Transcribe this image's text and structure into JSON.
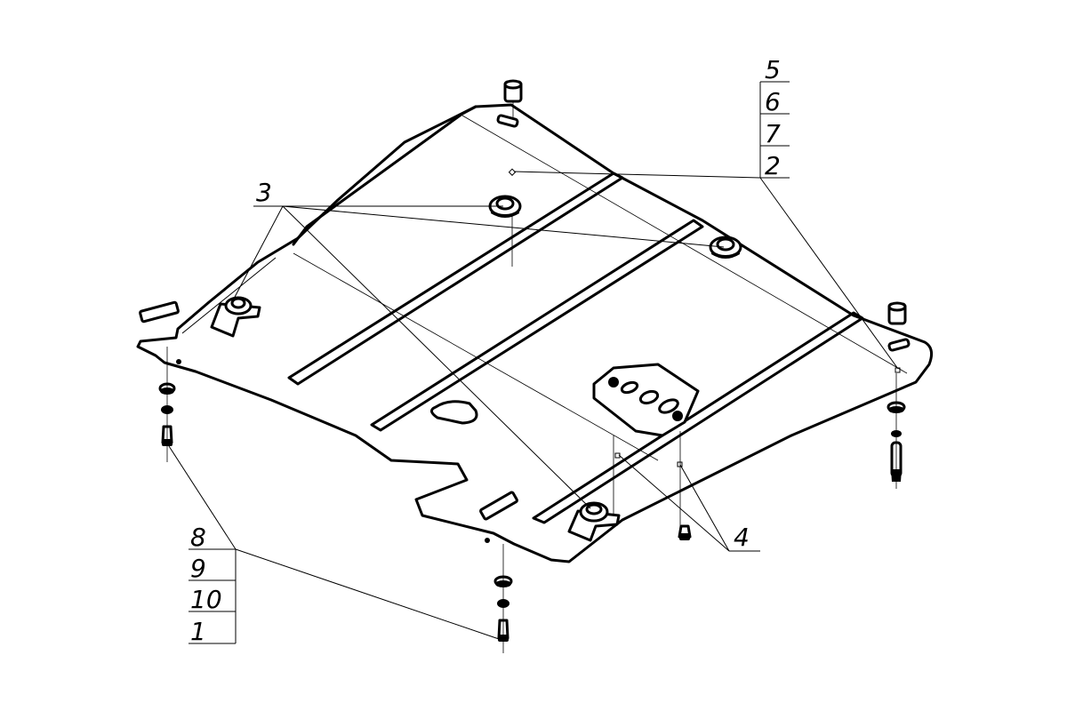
{
  "diagram": {
    "callouts": {
      "upper_right": [
        "5",
        "6",
        "7",
        "2"
      ],
      "lower_left": [
        "8",
        "9",
        "10",
        "1"
      ],
      "top_left": "3",
      "bottom_right": "4"
    }
  }
}
